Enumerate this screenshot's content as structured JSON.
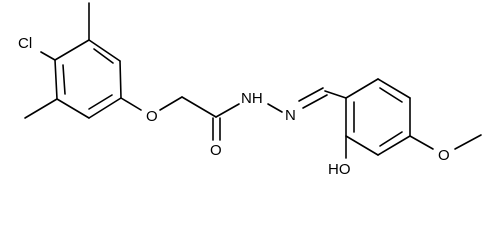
{
  "molecule": {
    "labels": {
      "chlorine": "Cl",
      "ether_oxygen": "O",
      "carbonyl_oxygen": "O",
      "amide_nh": "NH",
      "hydrazone_n": "N",
      "hydroxyl": "HO",
      "methoxy_oxygen": "O"
    }
  }
}
